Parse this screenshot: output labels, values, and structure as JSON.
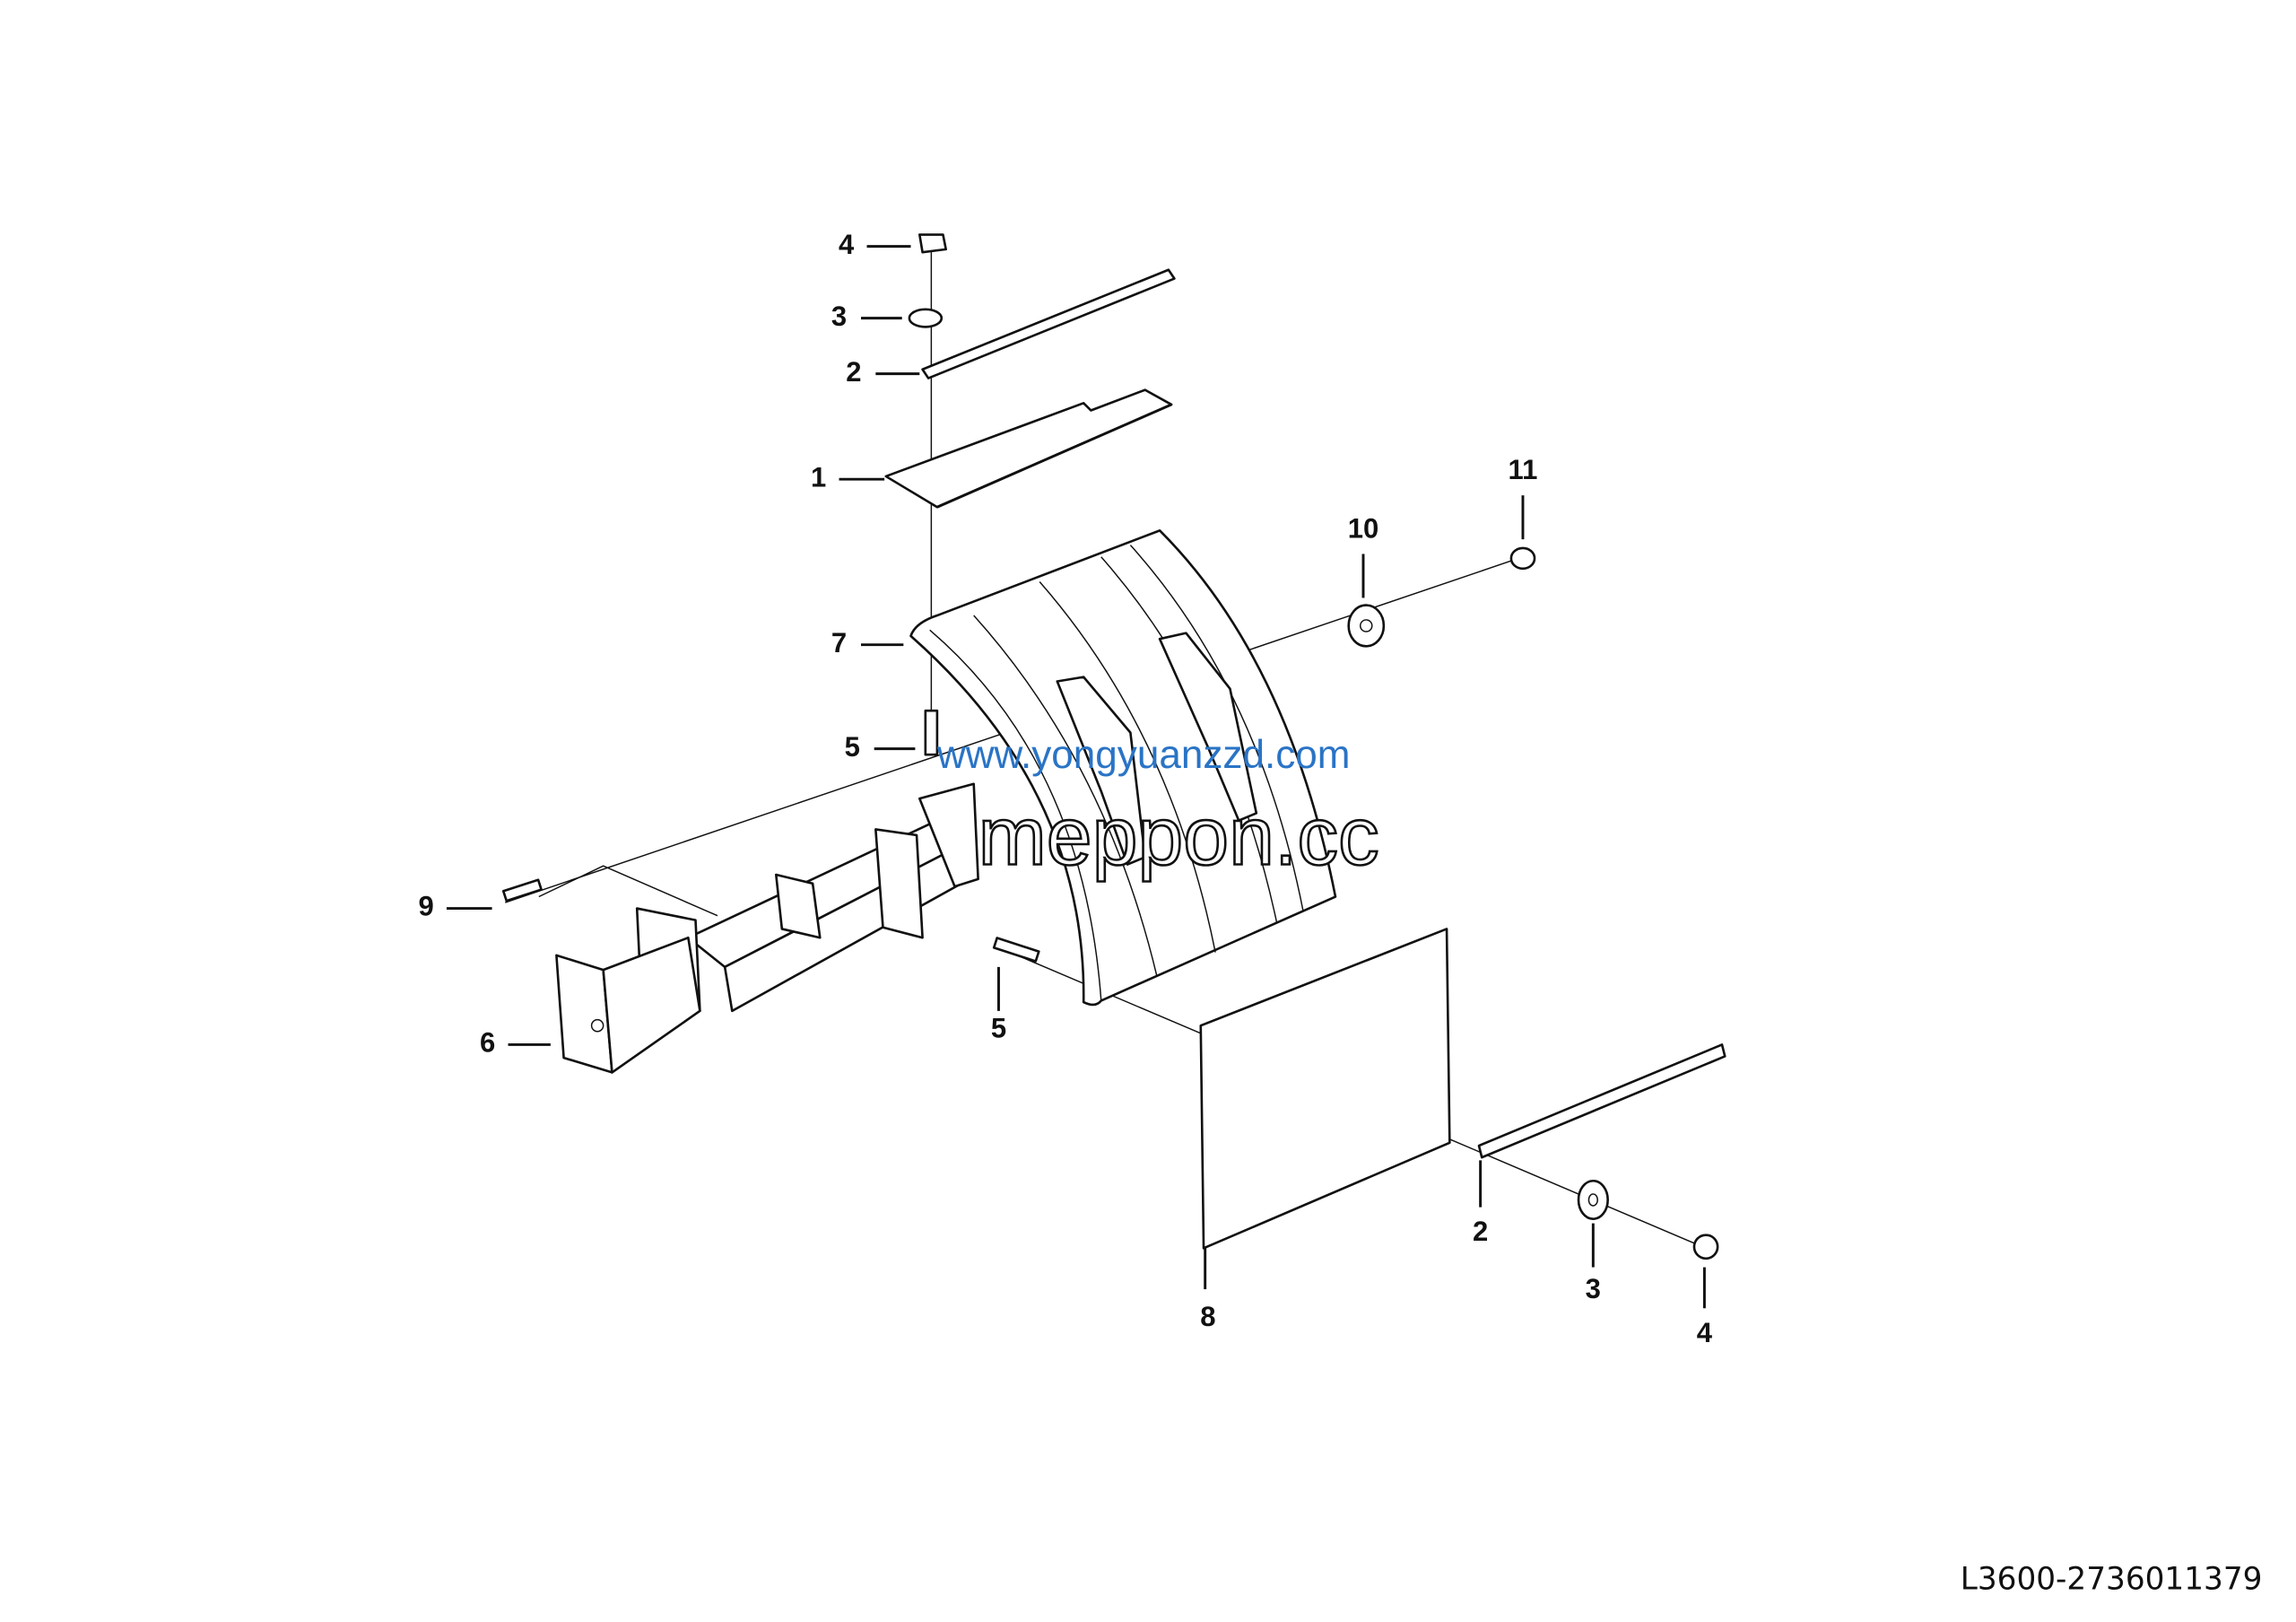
{
  "diagram": {
    "callouts": [
      {
        "id": "c4a",
        "label": "4"
      },
      {
        "id": "c3a",
        "label": "3"
      },
      {
        "id": "c2a",
        "label": "2"
      },
      {
        "id": "c1",
        "label": "1"
      },
      {
        "id": "c7",
        "label": "7"
      },
      {
        "id": "c5a",
        "label": "5"
      },
      {
        "id": "c11",
        "label": "11"
      },
      {
        "id": "c10",
        "label": "10"
      },
      {
        "id": "c9",
        "label": "9"
      },
      {
        "id": "c6",
        "label": "6"
      },
      {
        "id": "c5b",
        "label": "5"
      },
      {
        "id": "c8",
        "label": "8"
      },
      {
        "id": "c2b",
        "label": "2"
      },
      {
        "id": "c3b",
        "label": "3"
      },
      {
        "id": "c4b",
        "label": "4"
      }
    ],
    "watermark_outline": "meppon.cc",
    "watermark_url": "www.yongyuanzzd.com",
    "drawing_code": "L3600-2736011379"
  }
}
